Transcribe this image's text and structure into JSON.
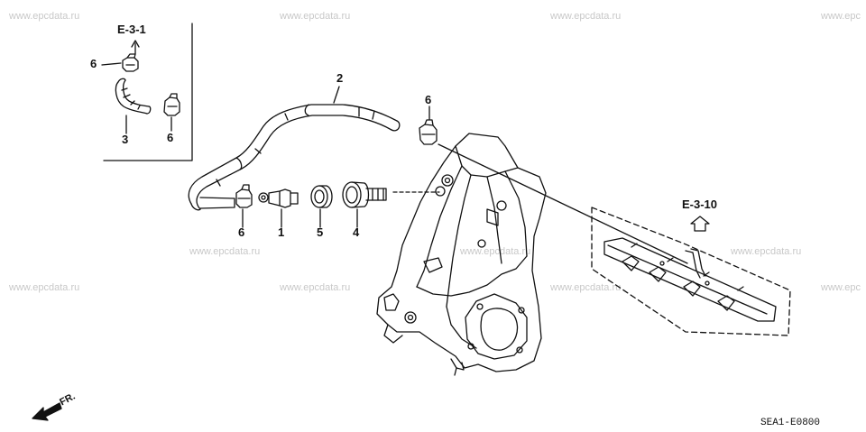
{
  "watermark": "www.epcdata.ru",
  "watermark_partial": "www.epc",
  "refs": {
    "e31": "E-3-1",
    "e310": "E-3-10"
  },
  "parts": {
    "p1": "1",
    "p2": "2",
    "p3": "3",
    "p4": "4",
    "p5": "5",
    "p6a": "6",
    "p6b": "6",
    "p6c": "6",
    "p6d": "6"
  },
  "front_label": "FR.",
  "diagram_code": "SEA1-E0800"
}
